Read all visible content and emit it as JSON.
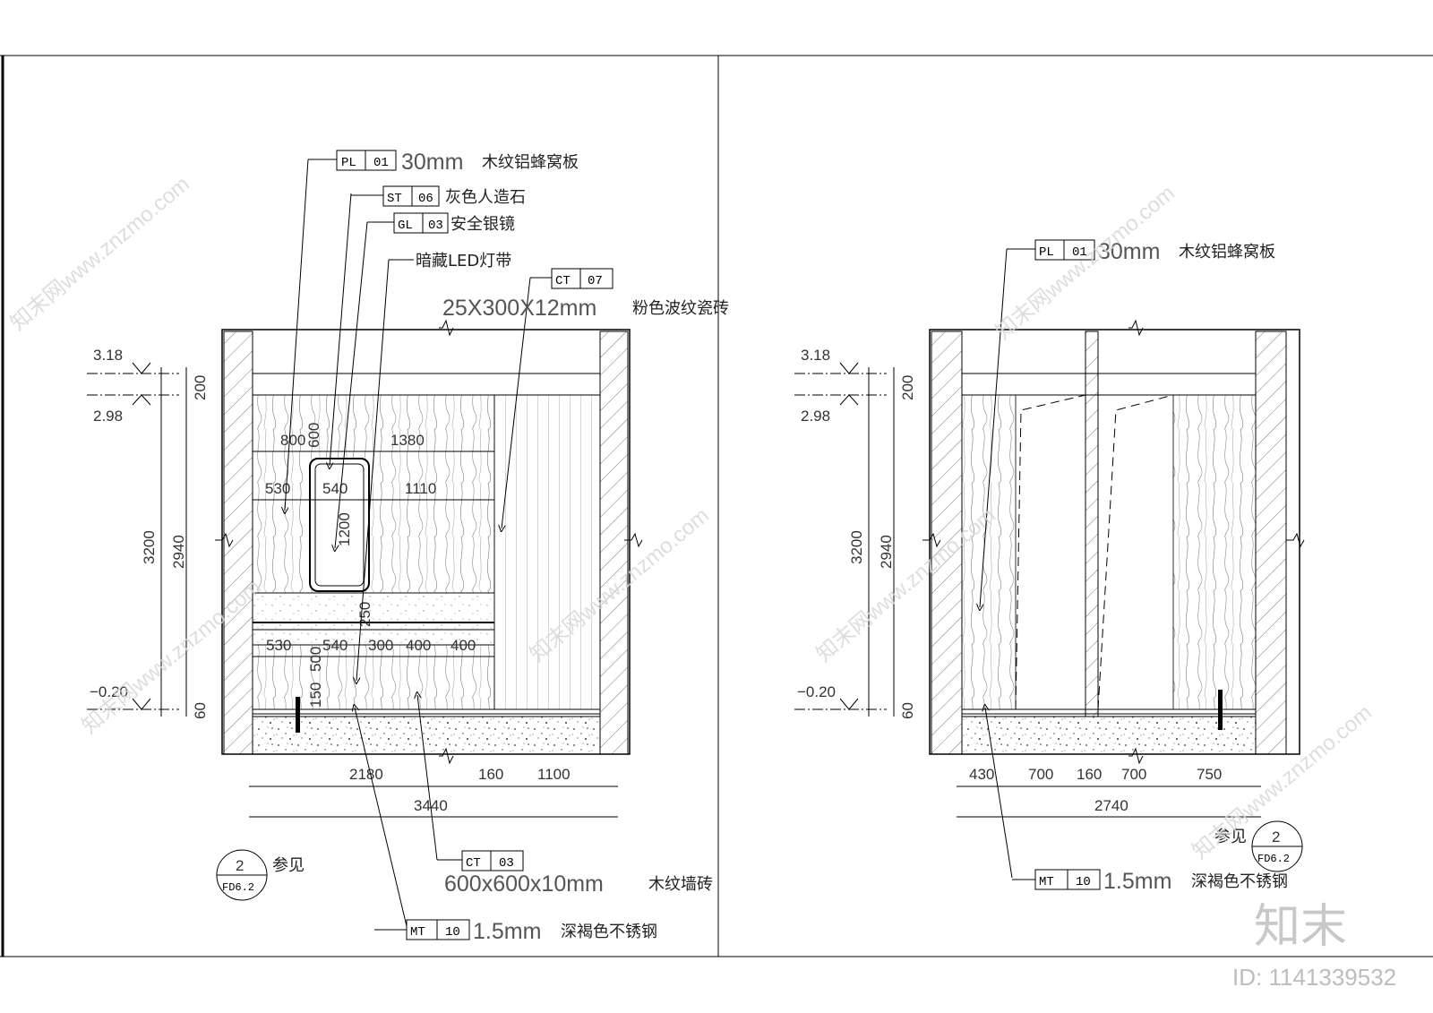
{
  "left": {
    "callouts": {
      "pl01": {
        "code": "PL",
        "num": "01",
        "dim": "30mm",
        "desc": "木纹铝蜂窝板"
      },
      "st06": {
        "code": "ST",
        "num": "06",
        "desc": "灰色人造石"
      },
      "gl03": {
        "code": "GL",
        "num": "03",
        "desc": "安全银镜"
      },
      "led": {
        "desc": "暗藏LED灯带"
      },
      "ct07": {
        "code": "CT",
        "num": "07",
        "dim": "25X300X12mm",
        "desc": "粉色波纹瓷砖"
      },
      "ct03": {
        "code": "CT",
        "num": "03",
        "dim": "600x600x10mm",
        "desc": "木纹墙砖"
      },
      "mt10": {
        "code": "MT",
        "num": "10",
        "dim": "1.5mm",
        "desc": "深褐色不锈钢"
      }
    },
    "levels": {
      "top": "3.18",
      "mid": "2.98",
      "bottom": "−0.20"
    },
    "vdims": {
      "a": "200",
      "b": "3200",
      "c": "2940",
      "d": "60"
    },
    "inner_dims": {
      "d800": "800",
      "d600": "600",
      "d1380": "1380",
      "d530": "530",
      "d540": "540",
      "d1110": "1110",
      "d1200": "1200",
      "d250": "250",
      "d500": "500",
      "d150": "150",
      "r530": "530",
      "r540": "540",
      "r300": "300",
      "r400a": "400",
      "r400b": "400"
    },
    "bottom_dims": {
      "d2180": "2180",
      "d160": "160",
      "d1100": "1100",
      "total": "3440"
    },
    "ref": {
      "num": "2",
      "sheet": "FD6.2",
      "label": "参见"
    }
  },
  "right": {
    "callouts": {
      "pl01": {
        "code": "PL",
        "num": "01",
        "dim": "30mm",
        "desc": "木纹铝蜂窝板"
      },
      "mt10": {
        "code": "MT",
        "num": "10",
        "dim": "1.5mm",
        "desc": "深褐色不锈钢"
      }
    },
    "levels": {
      "top": "3.18",
      "mid": "2.98",
      "bottom": "−0.20"
    },
    "vdims": {
      "a": "200",
      "b": "3200",
      "c": "2940",
      "d": "60"
    },
    "bottom_dims": {
      "d430": "430",
      "d700a": "700",
      "d160": "160",
      "d700b": "700",
      "d750": "750",
      "total": "2740"
    },
    "ref": {
      "num": "2",
      "sheet": "FD6.2",
      "label": "参见"
    }
  },
  "watermark": {
    "text": "知末网www.znzmo.com",
    "brand": "知末",
    "id": "ID: 1141339532"
  }
}
